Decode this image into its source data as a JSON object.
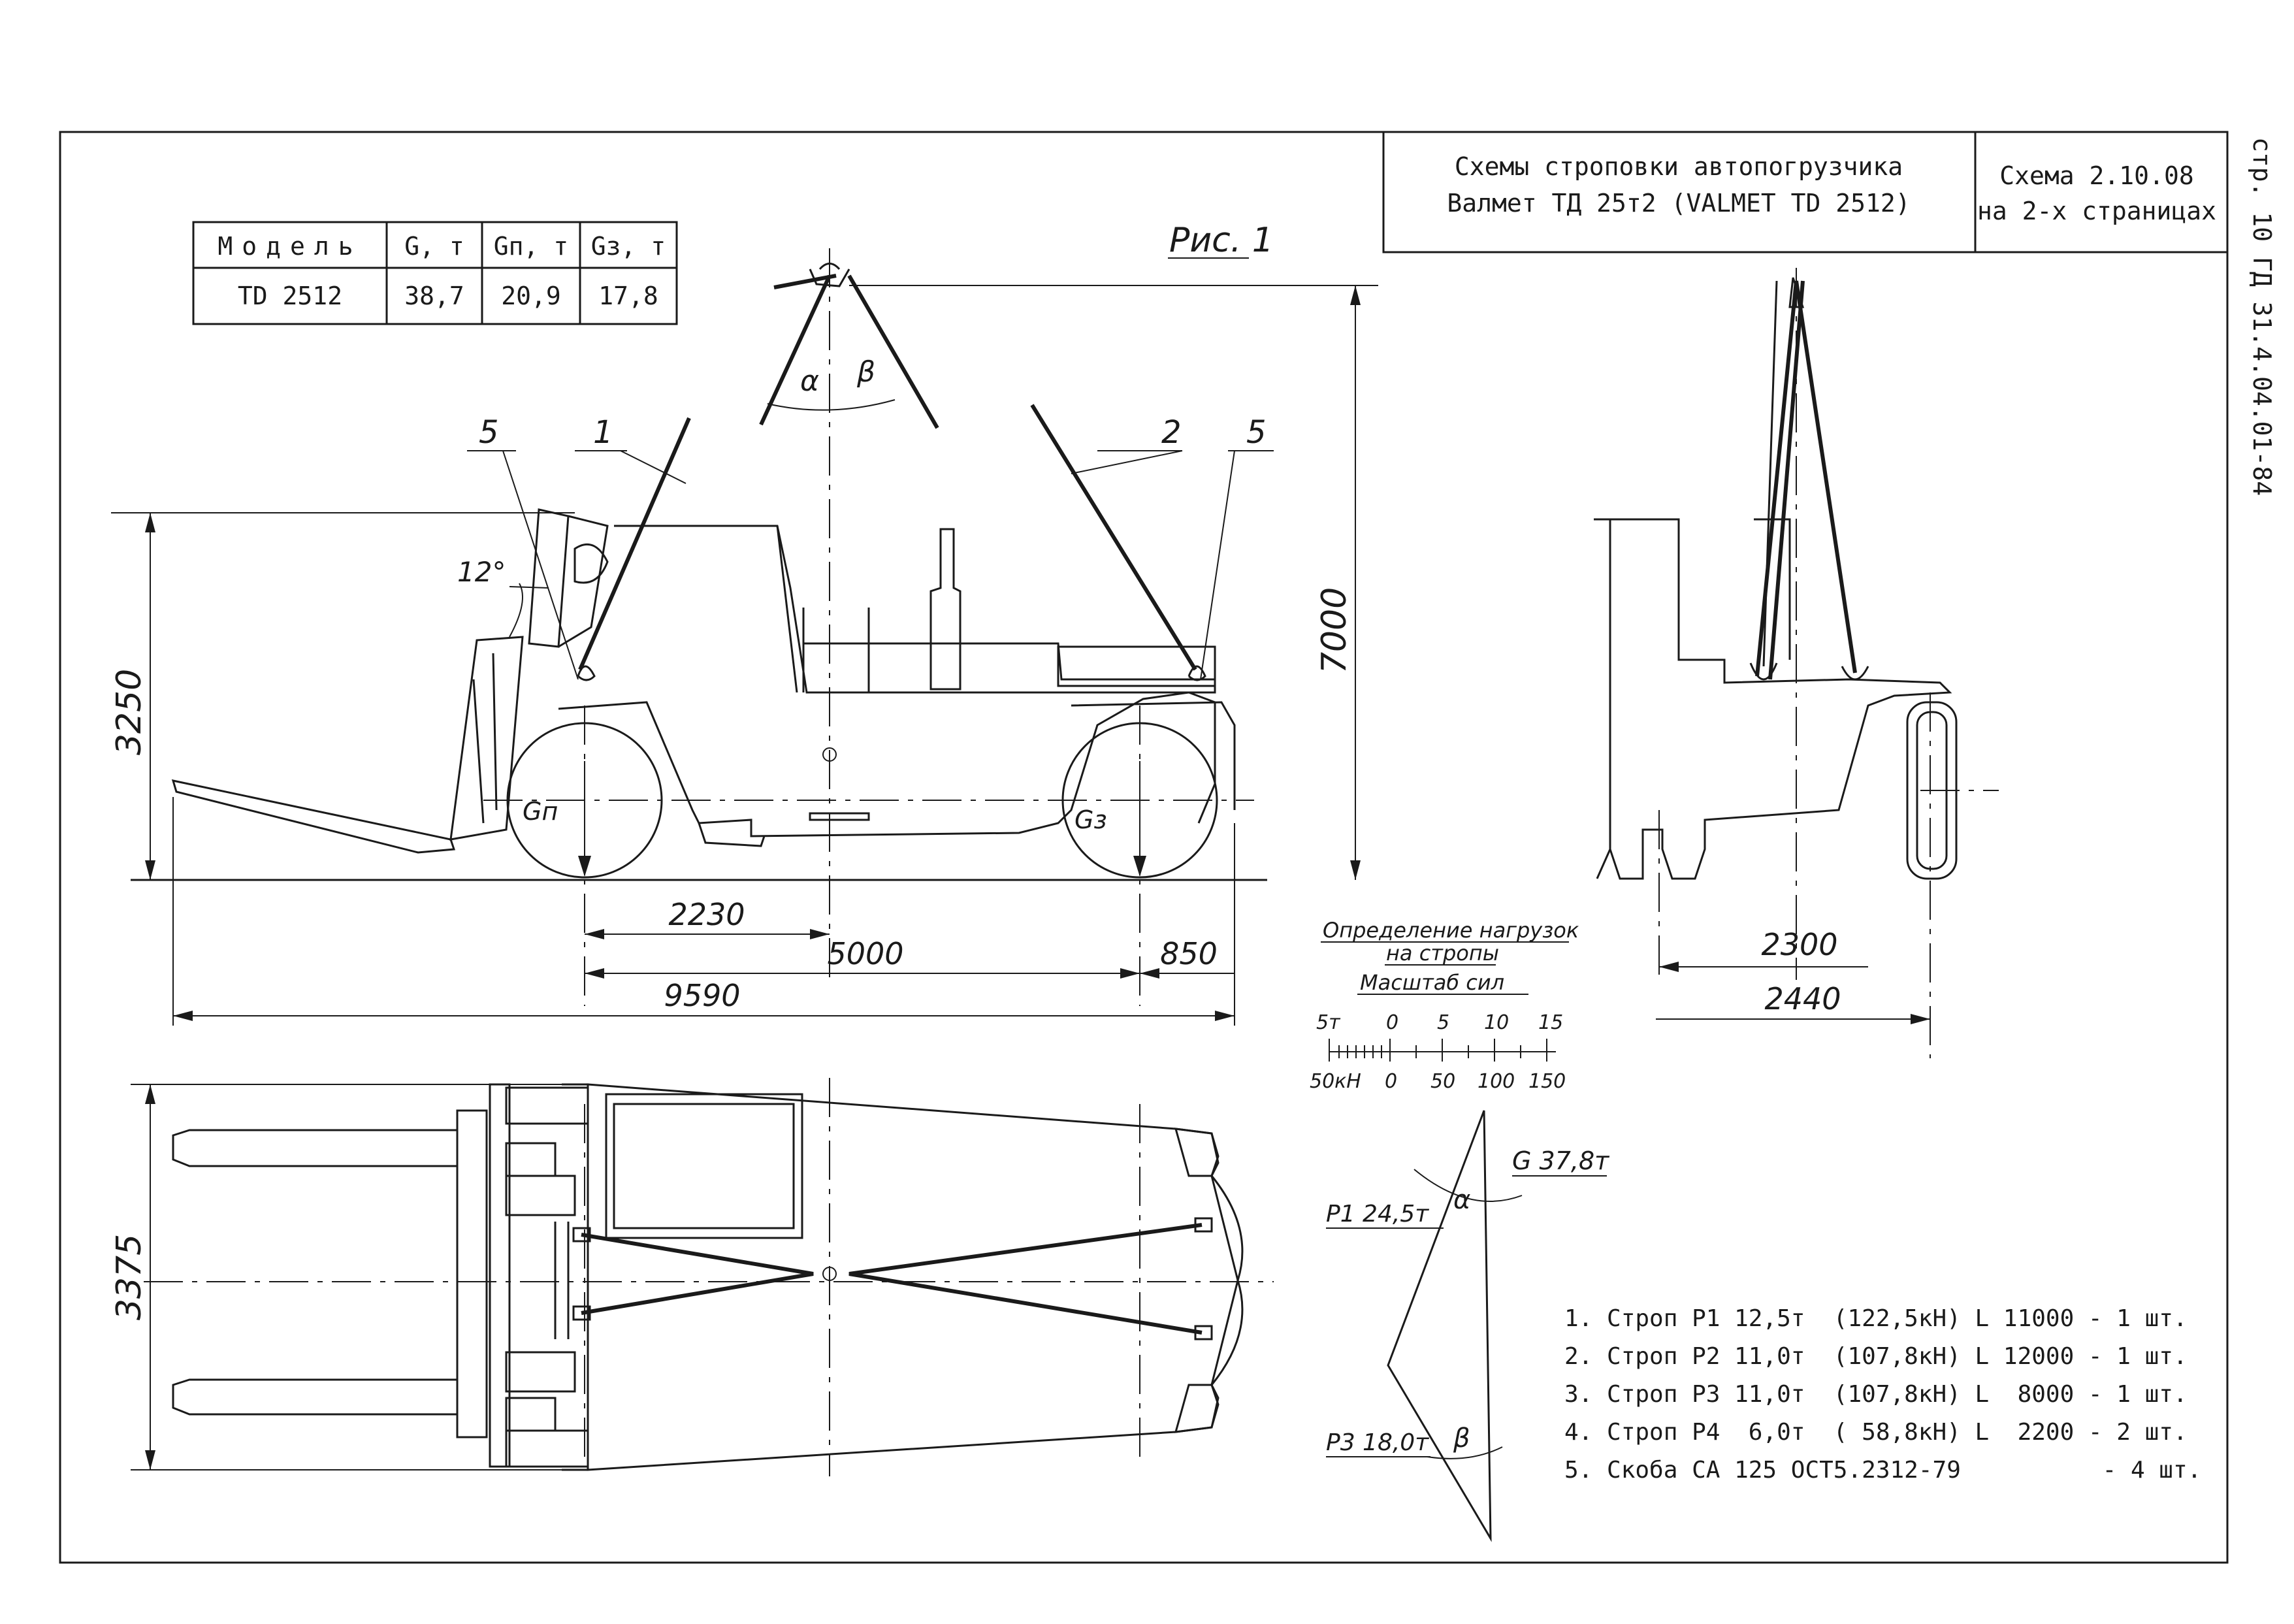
{
  "title_block": {
    "title_line1": "Схемы строповки автопогрузчика",
    "title_line2": "Валмет ТД 25т2 (VALMET TD 2512)",
    "scheme_line1": "Схема 2.10.08",
    "scheme_line2": "на 2-х страницах",
    "margin_text": "стр. 10 ГД 31.4.04.01-84"
  },
  "model_table": {
    "headers": [
      "Модель",
      "G, т",
      "Gп, т",
      "Gз, т"
    ],
    "row": [
      "TD 2512",
      "38,7",
      "20,9",
      "17,8"
    ]
  },
  "figure_label": "Рис. 1",
  "callouts": {
    "n5_left": "5",
    "n1": "1",
    "n2": "2",
    "n5_right": "5"
  },
  "angles": {
    "alpha": "α",
    "beta": "β",
    "tilt": "12°"
  },
  "loads": {
    "front": "Gп",
    "rear": "Gз"
  },
  "dimensions": {
    "height_left": "3250",
    "height_total": "7000",
    "d2230": "2230",
    "d5000": "5000",
    "d850": "850",
    "d9590": "9590",
    "d3375": "3375",
    "d2300": "2300",
    "d2440": "2440"
  },
  "scale_block": {
    "line1": "Определение нагрузок",
    "line2": "на стропы",
    "line3": "Масштаб сил",
    "top_ticks": [
      "5т",
      "0",
      "5",
      "10",
      "15"
    ],
    "bottom_ticks": [
      "50кН",
      "0",
      "50",
      "100",
      "150"
    ]
  },
  "force_triangle": {
    "G": "G 37,8т",
    "P1": "P1 24,5т",
    "P3": "P3 18,0т",
    "alpha": "α",
    "beta": "β"
  },
  "legend": [
    "1. Строп P1 12,5т  (122,5кН) L 11000 - 1 шт.",
    "2. Строп P2 11,0т  (107,8кН) L 12000 - 1 шт.",
    "3. Строп P3 11,0т  (107,8кН) L  8000 - 1 шт.",
    "4. Строп P4  6,0т  ( 58,8кН) L  2200 - 2 шт.",
    "5. Скоба СА 125 ОСТ5.2312-79          - 4 шт."
  ]
}
